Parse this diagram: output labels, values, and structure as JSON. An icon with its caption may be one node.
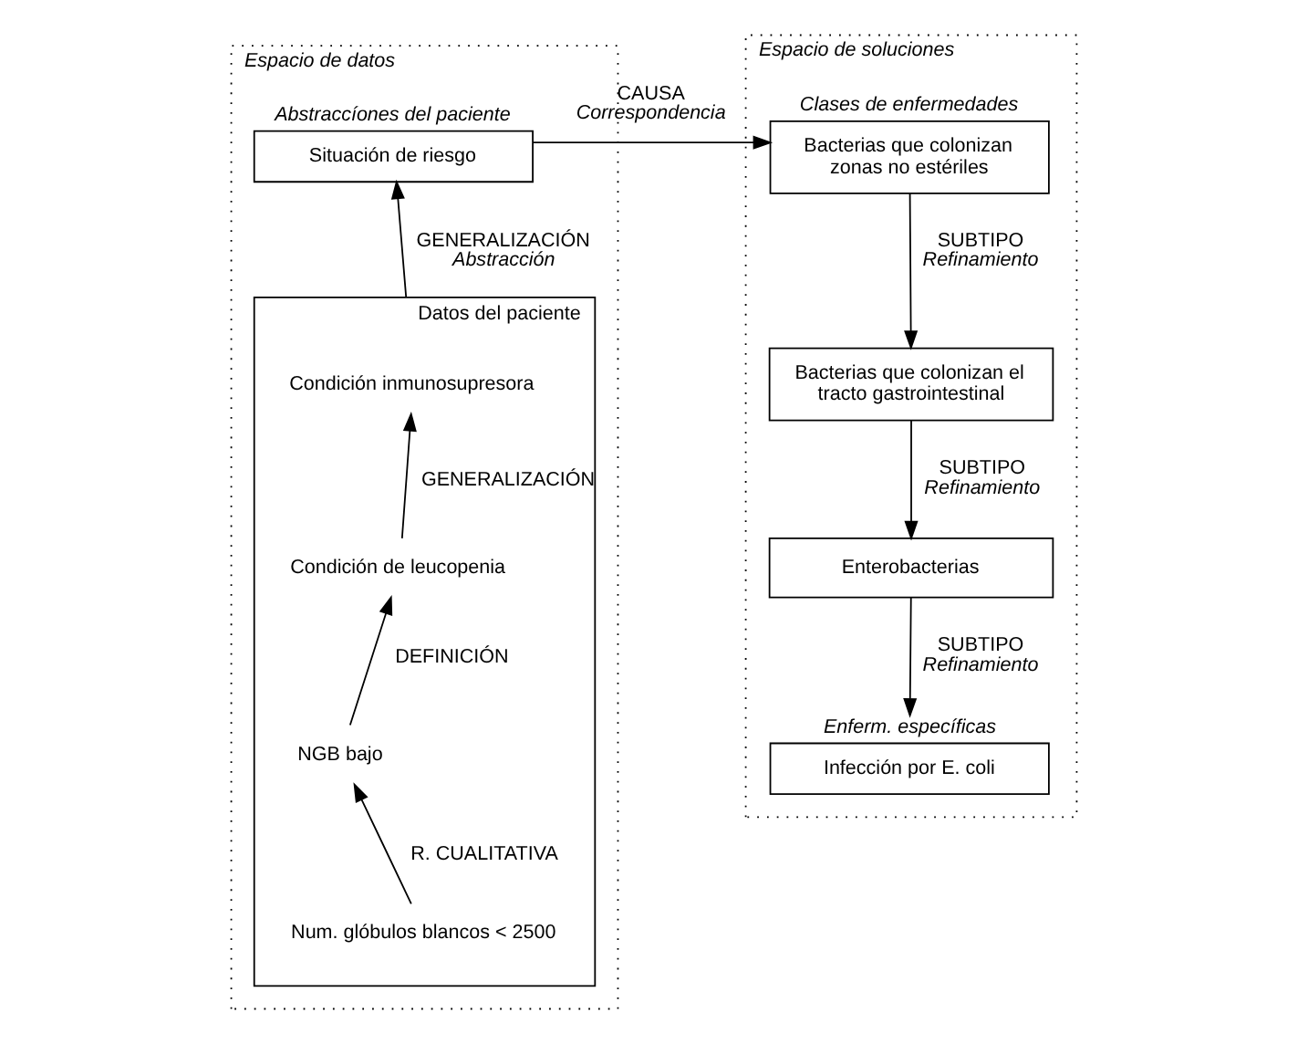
{
  "diagram": {
    "nodes": [
      {
        "text": [
          "Espacio de datos"
        ]
      },
      {
        "text": [
          "Abstraccíones del paciente",
          "Situación de riesgo"
        ],
        "in": 0
      },
      {
        "text": [
          "Datos del paciente"
        ],
        "in": 0
      },
      {
        "text": [
          "Condición inmunosupresora"
        ],
        "in": 2
      },
      {
        "text": [
          "Condición de leucopenia"
        ],
        "in": 2
      },
      {
        "text": [
          "NGB bajo"
        ],
        "in": 2
      },
      {
        "text": [
          "Num. glóbulos blancos < 2500"
        ],
        "in": 2
      },
      {
        "text": [
          "Espacio de soluciones"
        ]
      },
      {
        "text": [
          "Clases de enfermedades",
          "Bacterias que colonizan zonas no estériles"
        ],
        "in": 7
      },
      {
        "text": [
          "Bacterias que colonizan el tracto gastrointestinal"
        ],
        "in": 7
      },
      {
        "text": [
          "Enterobacterias"
        ],
        "in": 7
      },
      {
        "text": [
          "Enferm. específicas",
          "Infección por E. coli"
        ],
        "in": 7
      }
    ],
    "edges": [
      {
        "from": 1,
        "to": 8,
        "arrow": "to",
        "label": "CAUSA *Correspondencia*"
      },
      {
        "from": 2,
        "to": 1,
        "arrow": "to",
        "label": "GENERALIZACIÓN *Abstracción*"
      },
      {
        "from": 4,
        "to": 3,
        "arrow": "to",
        "label": "GENERALIZACIÓN"
      },
      {
        "from": 5,
        "to": 4,
        "arrow": "to",
        "label": "DEFINICIÓN"
      },
      {
        "from": 6,
        "to": 5,
        "arrow": "to",
        "label": "R. CUALITATIVA"
      },
      {
        "from": 8,
        "to": 9,
        "arrow": "to",
        "label": "SUBTIPO *Refinamiento*"
      },
      {
        "from": 9,
        "to": 10,
        "arrow": "to",
        "label": "SUBTIPO *Refinamiento*"
      },
      {
        "from": 10,
        "to": 11,
        "arrow": "to",
        "label": "SUBTIPO *Refinamiento*"
      }
    ]
  }
}
